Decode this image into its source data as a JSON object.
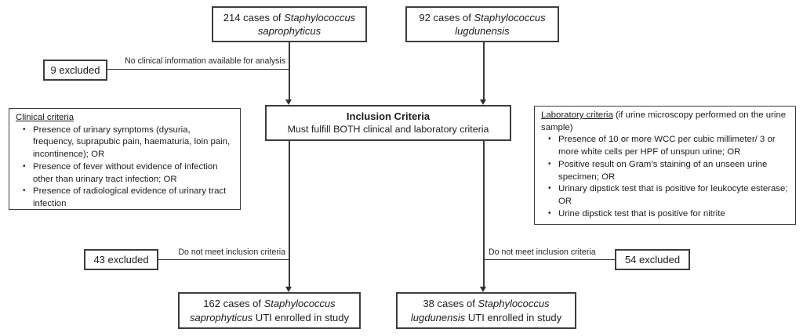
{
  "flow": {
    "top_left": {
      "prefix": "214 cases of ",
      "italic": "Staphylococcus saprophyticus"
    },
    "top_right": {
      "prefix": "92 cases of ",
      "italic": "Staphylococcus lugdunensis"
    },
    "excluded_top": {
      "label": "9 excluded",
      "reason": "No clinical information available for analysis"
    },
    "inclusion": {
      "title": "Inclusion Criteria",
      "subtitle": "Must fulfill BOTH clinical and laboratory criteria"
    },
    "clinical": {
      "heading": "Clinical criteria",
      "bullets": [
        "Presence of urinary symptoms (dysuria, frequency, suprapubic pain, haematuria, loin pain, incontinence); OR",
        "Presence of fever without evidence of infection other than urinary tract infection; OR",
        "Presence of radiological evidence of urinary tract infection"
      ]
    },
    "laboratory": {
      "heading": "Laboratory criteria",
      "heading_suffix": " (if urine microscopy performed on the urine sample)",
      "bullets": [
        "Presence of 10 or more WCC per cubic millimeter/ 3 or more white cells per HPF of unspun urine; OR",
        "Positive result on Gram’s staining of an unseen urine specimen; OR",
        "Urinary dipstick test that is positive for leukocyte esterase; OR",
        "Urine dipstick test that is positive for nitrite"
      ]
    },
    "excluded_left": {
      "label": "43 excluded",
      "reason": "Do not meet inclusion criteria"
    },
    "excluded_right": {
      "label": "54 excluded",
      "reason": "Do not meet inclusion criteria"
    },
    "bottom_left": {
      "prefix": "162 cases of ",
      "italic": "Staphylococcus saprophyticus",
      "suffix": " UTI enrolled in study"
    },
    "bottom_right": {
      "prefix": "38 cases of ",
      "italic": "Staphylococcus lugdunensis",
      "suffix": " UTI enrolled in study"
    }
  }
}
